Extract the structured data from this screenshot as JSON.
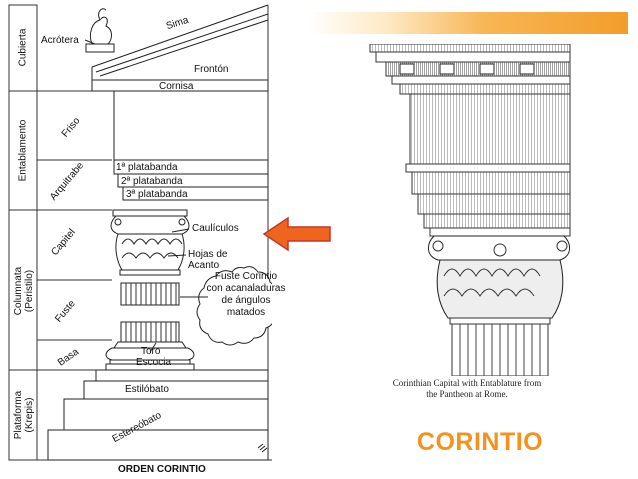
{
  "diagram": {
    "title": "ORDEN CORINTIO",
    "sections": [
      {
        "key": "cubierta",
        "label": "Cubierta"
      },
      {
        "key": "entablamento",
        "label": "Entablamento"
      },
      {
        "key": "columnata",
        "label": "Columnata\n(Peristilo)"
      },
      {
        "key": "plataforma",
        "label": "Plataforma\n(Krepis)"
      }
    ],
    "sub_labels": {
      "friso": "Friso",
      "arquitrabe": "Arquitrabe",
      "capitel": "Capitel",
      "fuste": "Fuste",
      "basa": "Basa",
      "estereobato": "Estereóbato"
    },
    "part_labels": {
      "acrotera": "Acrótera",
      "sima": "Sima",
      "fronton": "Frontón",
      "cornisa": "Cornisa",
      "platabanda_1": "1ª platabanda",
      "platabanda_2": "2ª platabanda",
      "platabanda_3": "3ª platabanda",
      "caulicolos": "Caulículos",
      "hojas_acanto": "Hojas de\nAcanto",
      "fuste_note": "Fuste Corintio con acanaladuras de ángulos matados",
      "toro": "Toro",
      "escocia": "Escocia",
      "estilobato": "Estilóbato"
    },
    "arrow_color": "#f0651e",
    "arrow_outline": "#c0392b"
  },
  "photo": {
    "caption_line1": "Corinthian Capital with Entablature from",
    "caption_line2": "the Pantheon at Rome."
  },
  "heading": {
    "label": "CORINTIO",
    "color": "#f5921e"
  }
}
